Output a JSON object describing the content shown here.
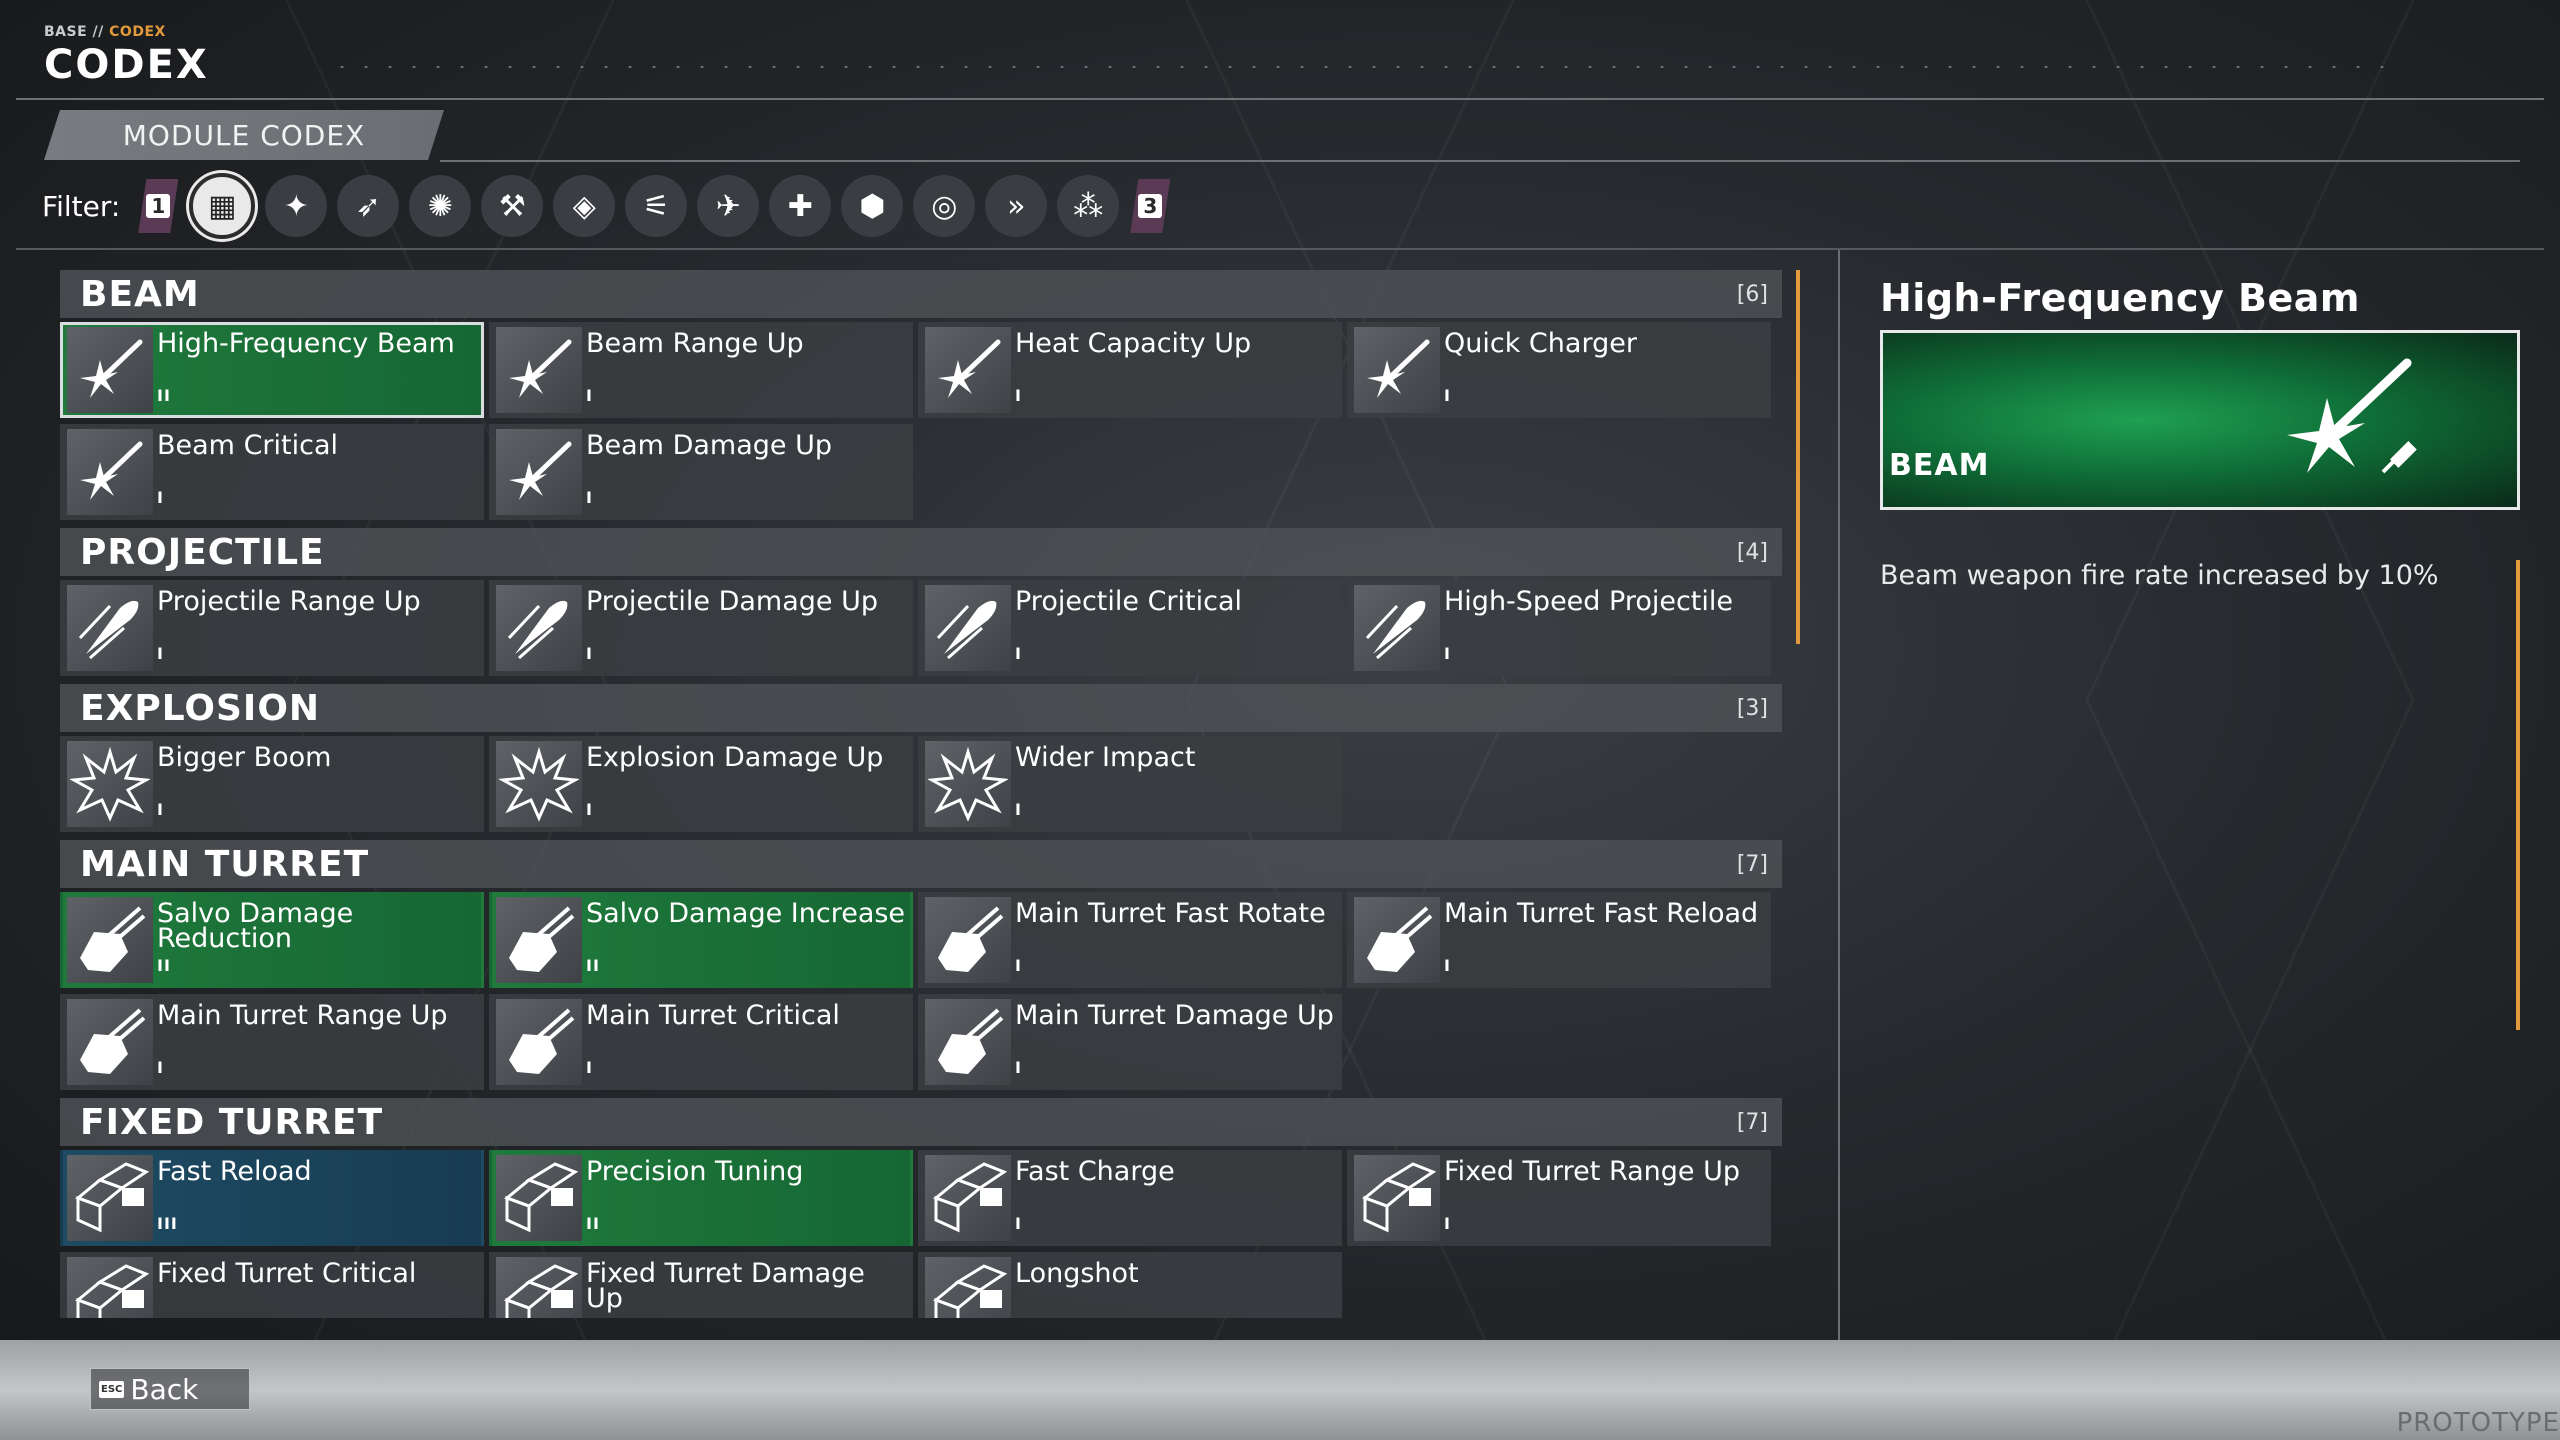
{
  "header": {
    "breadcrumb_base": "BASE //",
    "breadcrumb_section": "CODEX",
    "title": "CODEX"
  },
  "tab": {
    "label": "MODULE CODEX"
  },
  "filter": {
    "label": "Filter:",
    "key_left": "1",
    "key_right": "3",
    "buttons": [
      {
        "name": "all-icon",
        "glyph": "▦"
      },
      {
        "name": "beam-icon",
        "glyph": "✦"
      },
      {
        "name": "projectile-icon",
        "glyph": "➶"
      },
      {
        "name": "explosion-icon",
        "glyph": "✺"
      },
      {
        "name": "main-turret-icon",
        "glyph": "⚒"
      },
      {
        "name": "fixed-turret-icon",
        "glyph": "◈"
      },
      {
        "name": "missile-icon",
        "glyph": "⚟"
      },
      {
        "name": "drone-icon",
        "glyph": "✈"
      },
      {
        "name": "repair-icon",
        "glyph": "✚"
      },
      {
        "name": "shield-icon",
        "glyph": "⬢"
      },
      {
        "name": "radar-icon",
        "glyph": "◎"
      },
      {
        "name": "speed-icon",
        "glyph": "»"
      },
      {
        "name": "utility-icon",
        "glyph": "⁂"
      }
    ]
  },
  "sections": [
    {
      "title": "BEAM",
      "count": "[6]",
      "items": [
        {
          "name": "High-Frequency Beam",
          "tier": "II",
          "state": "selected-green",
          "icon": "beam-icon"
        },
        {
          "name": "Beam Range Up",
          "tier": "I",
          "state": "",
          "icon": "beam-icon"
        },
        {
          "name": "Heat Capacity Up",
          "tier": "I",
          "state": "",
          "icon": "beam-icon"
        },
        {
          "name": "Quick Charger",
          "tier": "I",
          "state": "",
          "icon": "beam-icon"
        },
        {
          "name": "Beam Critical",
          "tier": "I",
          "state": "",
          "icon": "beam-icon"
        },
        {
          "name": "Beam Damage Up",
          "tier": "I",
          "state": "",
          "icon": "beam-icon"
        }
      ]
    },
    {
      "title": "PROJECTILE",
      "count": "[4]",
      "items": [
        {
          "name": "Projectile Range Up",
          "tier": "I",
          "state": "",
          "icon": "projectile-icon"
        },
        {
          "name": "Projectile Damage Up",
          "tier": "I",
          "state": "",
          "icon": "projectile-icon"
        },
        {
          "name": "Projectile Critical",
          "tier": "I",
          "state": "",
          "icon": "projectile-icon"
        },
        {
          "name": "High-Speed Projectile",
          "tier": "I",
          "state": "",
          "icon": "projectile-icon"
        }
      ]
    },
    {
      "title": "EXPLOSION",
      "count": "[3]",
      "items": [
        {
          "name": "Bigger Boom",
          "tier": "I",
          "state": "",
          "icon": "explosion-icon"
        },
        {
          "name": "Explosion Damage Up",
          "tier": "I",
          "state": "",
          "icon": "explosion-icon"
        },
        {
          "name": "Wider Impact",
          "tier": "I",
          "state": "",
          "icon": "explosion-icon"
        }
      ]
    },
    {
      "title": "MAIN TURRET",
      "count": "[7]",
      "items": [
        {
          "name": "Salvo Damage Reduction",
          "tier": "II",
          "state": "green",
          "icon": "main-turret-icon"
        },
        {
          "name": "Salvo Damage Increase",
          "tier": "II",
          "state": "green",
          "icon": "main-turret-icon"
        },
        {
          "name": "Main Turret Fast Rotate",
          "tier": "I",
          "state": "",
          "icon": "main-turret-icon"
        },
        {
          "name": "Main Turret Fast Reload",
          "tier": "I",
          "state": "",
          "icon": "main-turret-icon"
        },
        {
          "name": "Main Turret Range Up",
          "tier": "I",
          "state": "",
          "icon": "main-turret-icon"
        },
        {
          "name": "Main Turret Critical",
          "tier": "I",
          "state": "",
          "icon": "main-turret-icon"
        },
        {
          "name": "Main Turret Damage Up",
          "tier": "I",
          "state": "",
          "icon": "main-turret-icon"
        }
      ]
    },
    {
      "title": "FIXED TURRET",
      "count": "[7]",
      "items": [
        {
          "name": "Fast Reload",
          "tier": "III",
          "state": "blue",
          "icon": "fixed-turret-icon"
        },
        {
          "name": "Precision Tuning",
          "tier": "II",
          "state": "green",
          "icon": "fixed-turret-icon"
        },
        {
          "name": "Fast Charge",
          "tier": "I",
          "state": "",
          "icon": "fixed-turret-icon"
        },
        {
          "name": "Fixed Turret Range Up",
          "tier": "I",
          "state": "",
          "icon": "fixed-turret-icon"
        },
        {
          "name": "Fixed Turret Critical",
          "tier": "",
          "state": "",
          "icon": "fixed-turret-icon"
        },
        {
          "name": "Fixed Turret Damage Up",
          "tier": "",
          "state": "",
          "icon": "fixed-turret-icon"
        },
        {
          "name": "Longshot",
          "tier": "",
          "state": "",
          "icon": "fixed-turret-icon"
        }
      ]
    }
  ],
  "detail": {
    "title": "High-Frequency Beam",
    "category": "BEAM",
    "description": "Beam weapon fire rate increased by 10%"
  },
  "footer": {
    "esc_key": "ESC",
    "back_label": "Back",
    "watermark": "PROTOTYPE"
  },
  "colors": {
    "accent": "#e39a3c",
    "owned_green": "#1f7a3c",
    "equipped_blue": "#1e4b63"
  }
}
